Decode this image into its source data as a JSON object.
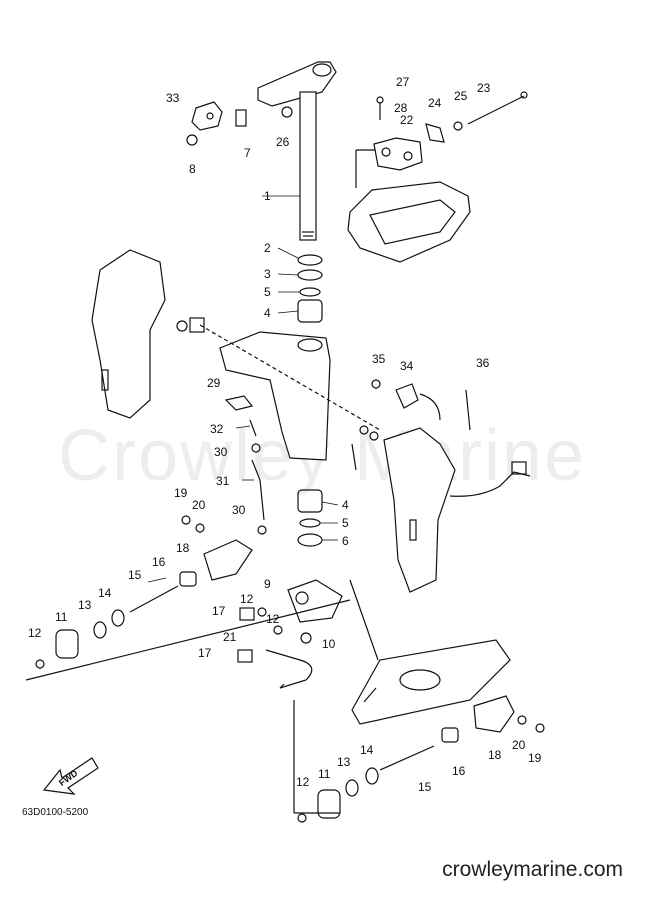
{
  "diagram": {
    "ref_code": "63D0100-5200",
    "website": "crowleymarine.com",
    "watermark": "Crowley Marine",
    "fwd_label": "FWD",
    "callouts": {
      "c1": "1",
      "c2": "2",
      "c3": "3",
      "c4a": "4",
      "c4b": "4",
      "c5a": "5",
      "c5b": "5",
      "c6": "6",
      "c7": "7",
      "c8": "8",
      "c9": "9",
      "c10": "10",
      "c11a": "11",
      "c11b": "11",
      "c12a": "12",
      "c12b": "12",
      "c12c": "12",
      "c12d": "12",
      "c13a": "13",
      "c13b": "13",
      "c14a": "14",
      "c14b": "14",
      "c15a": "15",
      "c15b": "15",
      "c16a": "16",
      "c16b": "16",
      "c17a": "17",
      "c17b": "17",
      "c18a": "18",
      "c18b": "18",
      "c19a": "19",
      "c19b": "19",
      "c20a": "20",
      "c20b": "20",
      "c21": "21",
      "c22": "22",
      "c23": "23",
      "c24": "24",
      "c25": "25",
      "c26": "26",
      "c27": "27",
      "c28": "28",
      "c29": "29",
      "c30a": "30",
      "c30b": "30",
      "c31": "31",
      "c32": "32",
      "c33": "33",
      "c34": "34",
      "c35": "35",
      "c36": "36"
    }
  }
}
